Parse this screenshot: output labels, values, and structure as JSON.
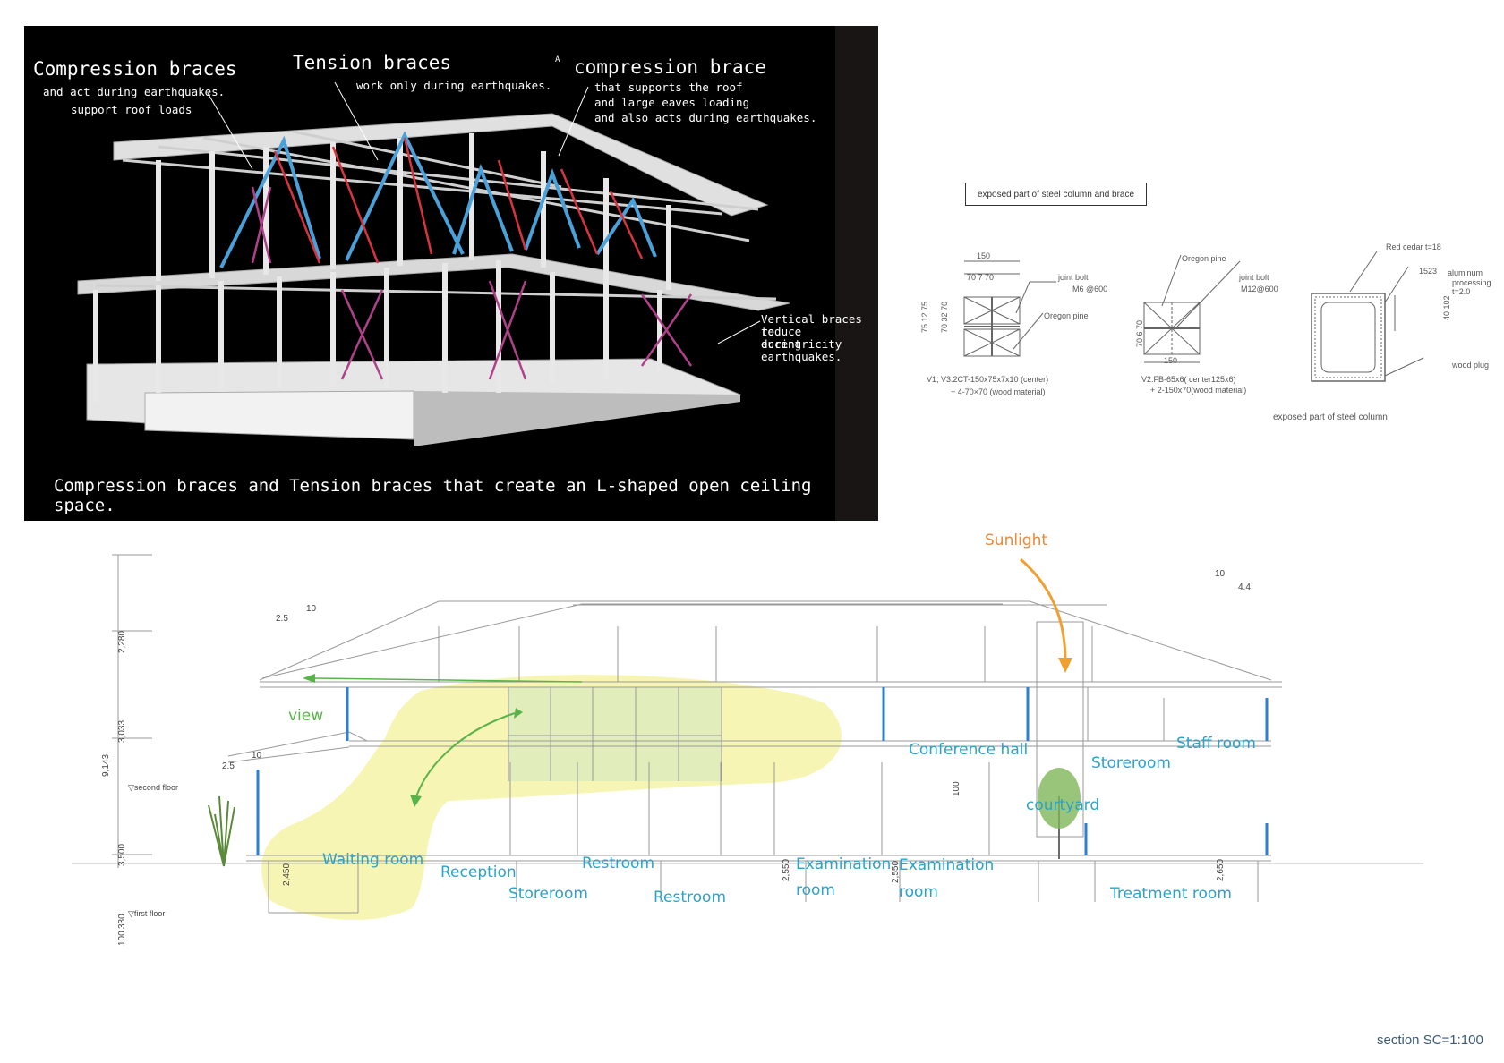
{
  "render": {
    "compression_title": "Compression braces",
    "compression_desc_1": "and act during earthquakes.",
    "compression_desc_2": "support roof loads",
    "tension_title": "Tension braces",
    "tension_desc": "work only during earthquakes.",
    "marker_a": "A",
    "eaves_title": "compression brace",
    "eaves_desc_1": "that supports the roof",
    "eaves_desc_2": "and large eaves loading",
    "eaves_desc_3": "and also acts during earthquakes.",
    "vertical_1": "Vertical braces to",
    "vertical_2": "reduce eccentricity",
    "vertical_3": "during earthquakes.",
    "caption": "Compression braces and Tension braces that create an L-shaped open ceiling space."
  },
  "details": {
    "box_label": "exposed part of steel column and brace",
    "v1_dim_top": "150",
    "v1_dim_sub": "70  7  70",
    "v1_bolt": "joint bolt",
    "v1_bolt_spec": "M6 @600",
    "v1_pine": "Oregon pine",
    "v1_side_dims": "75  12  75",
    "v1_inner_dims": "70  32  70",
    "v1_caption_1": "V1,  V3:2CT-150x75x7x10 (center)",
    "v1_caption_2": "+ 4-70×70  (wood material)",
    "v2_pine": "Oregon pine",
    "v2_bolt": "joint bolt",
    "v2_bolt_spec": "M12@600",
    "v2_side_dims": "70  6  70",
    "v2_dim_bottom": "150",
    "v2_caption_1": "V2:FB-65x6( center125x6)",
    "v2_caption_2": "+ 2-150x70(wood material)",
    "v3_cedar": "Red cedar  t=18",
    "v3_dim": "1523",
    "v3_alu_1": "aluminum",
    "v3_alu_2": "processing t=2.0",
    "v3_side": "40  102",
    "v3_plug": "wood plug",
    "v3_caption": "exposed part of steel column"
  },
  "section": {
    "sunlight": "Sunlight",
    "view": "view",
    "rooms": {
      "conference": "Conference hall",
      "storeroom_upper": "Storeroom",
      "staff": "Staff room",
      "courtyard": "courtyard",
      "waiting": "Waiting room",
      "reception": "Reception",
      "storeroom_lower": "Storeroom",
      "restroom_1": "Restroom",
      "restroom_2": "Restroom",
      "exam_1a": "Examination",
      "exam_1b": "room",
      "exam_2a": "Examination",
      "exam_2b": "room",
      "treatment": "Treatment room"
    },
    "dims": {
      "total": "9,143",
      "d1": "2,280",
      "d2": "3,033",
      "d3": "3,500",
      "d4": "100",
      "d5": "330",
      "h1": "2,450",
      "h2": "2,550",
      "h3": "2,550",
      "h4": "2,650",
      "h5": "100",
      "second_floor": "▽second floor",
      "first_floor": "▽first floor",
      "slope_a_1": "2.5",
      "slope_a_2": "10",
      "slope_b_1": "2.5",
      "slope_b_2": "10",
      "slope_c_1": "10",
      "slope_c_2": "4.4"
    },
    "scale": "section SC=1:100"
  },
  "colors": {
    "blue_brace": "#4aa0d8",
    "red_brace": "#d9333f",
    "magenta_brace": "#b0408a",
    "room_text": "#2aa3c8",
    "sun": "#f0a030",
    "view_arrow": "#5ab34a",
    "highlight": "#f3f19a"
  }
}
